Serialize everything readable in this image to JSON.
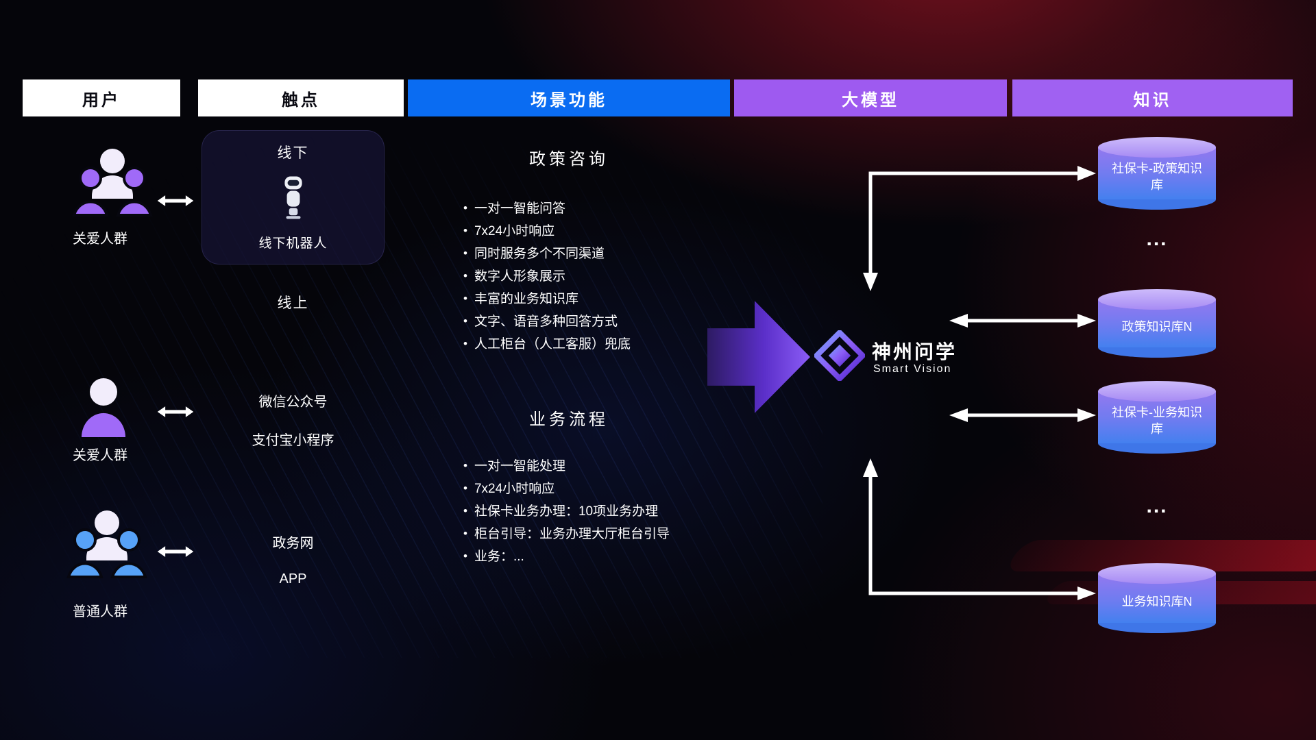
{
  "headers": {
    "user": "用户",
    "touchpoint": "触点",
    "scenario": "场景功能",
    "model": "大模型",
    "knowledge": "知识"
  },
  "users": [
    {
      "label": "关爱人群",
      "icon": "people-group-icon",
      "color": "#a06af8"
    },
    {
      "label": "关爱人群",
      "icon": "person-icon",
      "color": "#a06af8"
    },
    {
      "label": "普通人群",
      "icon": "people-group-icon",
      "color": "#57a2f7"
    }
  ],
  "touchpoints": {
    "offline_title": "线下",
    "offline_robot": "线下机器人",
    "online_title": "线上",
    "wechat": "微信公众号",
    "alipay": "支付宝小程序",
    "gov": "政务网",
    "app": "APP"
  },
  "scenarios": [
    {
      "title": "政策咨询",
      "items": [
        "一对一智能问答",
        "7x24小时响应",
        "同时服务多个不同渠道",
        "数字人形象展示",
        "丰富的业务知识库",
        "文字、语音多种回答方式",
        "人工柜台（人工客服）兜底"
      ]
    },
    {
      "title": "业务流程",
      "items": [
        "一对一智能处理",
        "7x24小时响应",
        "社保卡业务办理：10项业务办理",
        "柜台引导：业务办理大厅柜台引导",
        "业务：..."
      ]
    }
  ],
  "model": {
    "name": "神州问学",
    "subtitle": "Smart Vision",
    "logo_icon": "diamond-logo-icon"
  },
  "knowledge": {
    "kb1": "社保卡-政策知识库",
    "dots1": "...",
    "kb2": "政策知识库N",
    "kb3": "社保卡-业务知识库",
    "dots2": "...",
    "kb4": "业务知识库N"
  },
  "colors": {
    "header_blue": "#0a6cf2",
    "header_purple": "#9e5af0",
    "accent_purple": "#8b5cf6",
    "user_purple": "#a06af8",
    "user_blue": "#57a2f7",
    "cylinder_top": "#cdbbfb",
    "cylinder_bottom": "#3f76e8",
    "arrow_white": "#ffffff"
  }
}
